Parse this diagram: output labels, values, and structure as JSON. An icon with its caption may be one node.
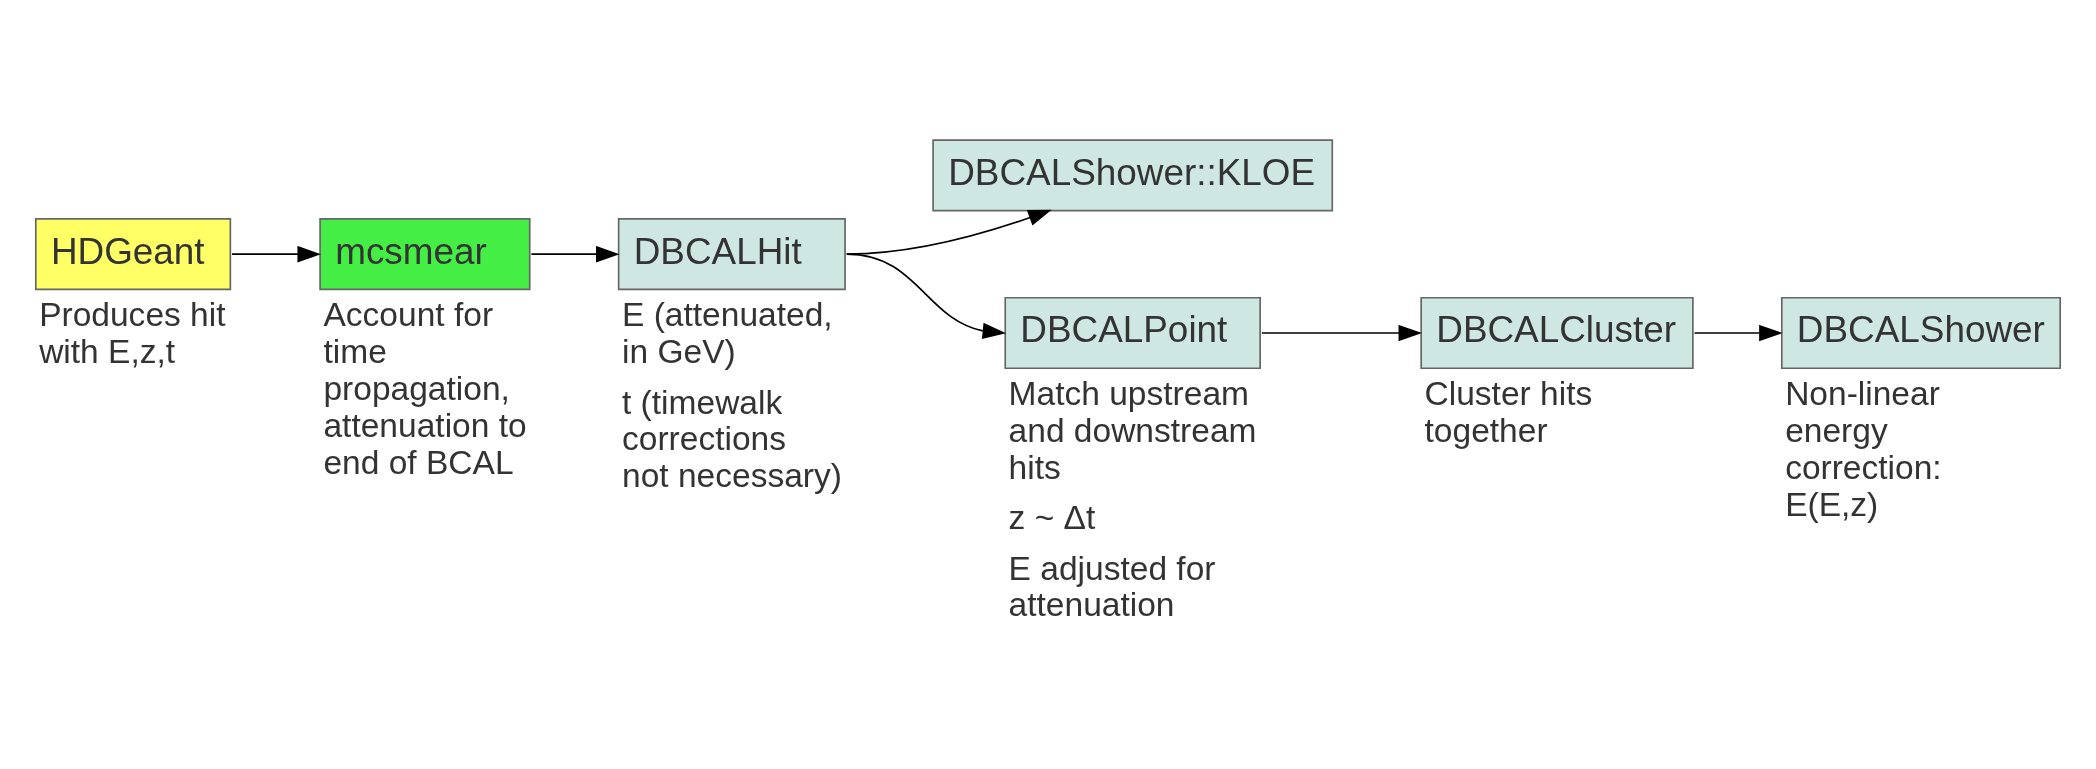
{
  "diagram": {
    "nodes": [
      {
        "text": [
          "HDGeant"
        ],
        "beside": [
          "Produces hit with E,z,t"
        ]
      },
      {
        "text": [
          "mcsmear"
        ],
        "beside": [
          "Account for time propagation, attenuation to end of BCAL"
        ]
      },
      {
        "text": [
          "DBCALHit"
        ],
        "beside": [
          "E (attenuated, in GeV)",
          "t (timewalk corrections not necessary)"
        ]
      },
      {
        "text": [
          "DBCALShower::KLOE"
        ]
      },
      {
        "text": [
          "DBCALPoint"
        ],
        "beside": [
          "Match upstream and downstream hits",
          "z ~ Δt",
          "E adjusted for attenuation"
        ]
      },
      {
        "text": [
          "DBCALCluster"
        ],
        "beside": [
          "Cluster hits together"
        ]
      },
      {
        "text": [
          "DBCALShower"
        ],
        "beside": [
          "Non-linear energy correction: E(E,z)"
        ]
      }
    ],
    "edges": [
      {
        "from": 0,
        "to": 1,
        "arrow": "to"
      },
      {
        "from": 1,
        "to": 2,
        "arrow": "to"
      },
      {
        "from": 2,
        "to": 3,
        "arrow": "to"
      },
      {
        "from": 2,
        "to": 4,
        "arrow": "to"
      },
      {
        "from": 4,
        "to": 5,
        "arrow": "to"
      },
      {
        "from": 5,
        "to": 6,
        "arrow": "to"
      }
    ]
  }
}
